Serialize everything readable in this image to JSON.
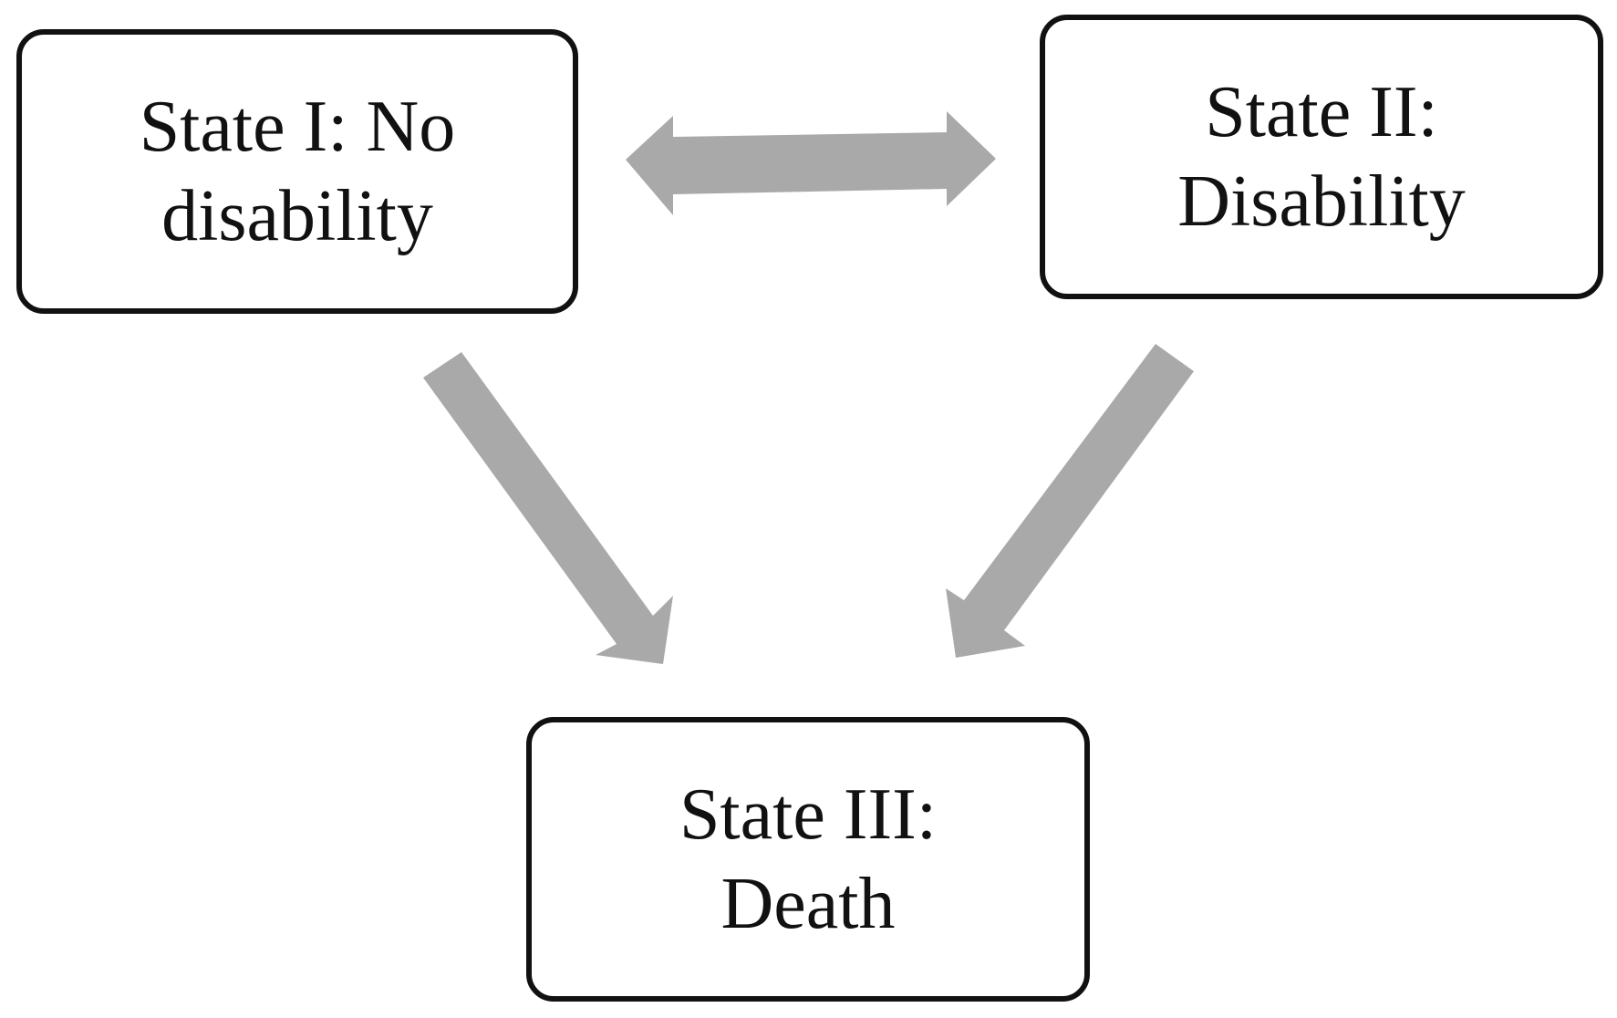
{
  "diagram": {
    "states": [
      {
        "id": "state-1",
        "lines": [
          "State I: No",
          "disability"
        ]
      },
      {
        "id": "state-2",
        "lines": [
          "State II:",
          "Disability"
        ]
      },
      {
        "id": "state-3",
        "lines": [
          "State III:",
          "Death"
        ]
      }
    ],
    "transitions": [
      {
        "from": "state-1",
        "to": "state-2",
        "direction": "bidirectional"
      },
      {
        "from": "state-1",
        "to": "state-3",
        "direction": "one-way"
      },
      {
        "from": "state-2",
        "to": "state-3",
        "direction": "one-way"
      }
    ],
    "colors": {
      "arrow": "#a9a9a9",
      "box_border": "#111111",
      "text": "#111111",
      "background": "#ffffff"
    }
  }
}
